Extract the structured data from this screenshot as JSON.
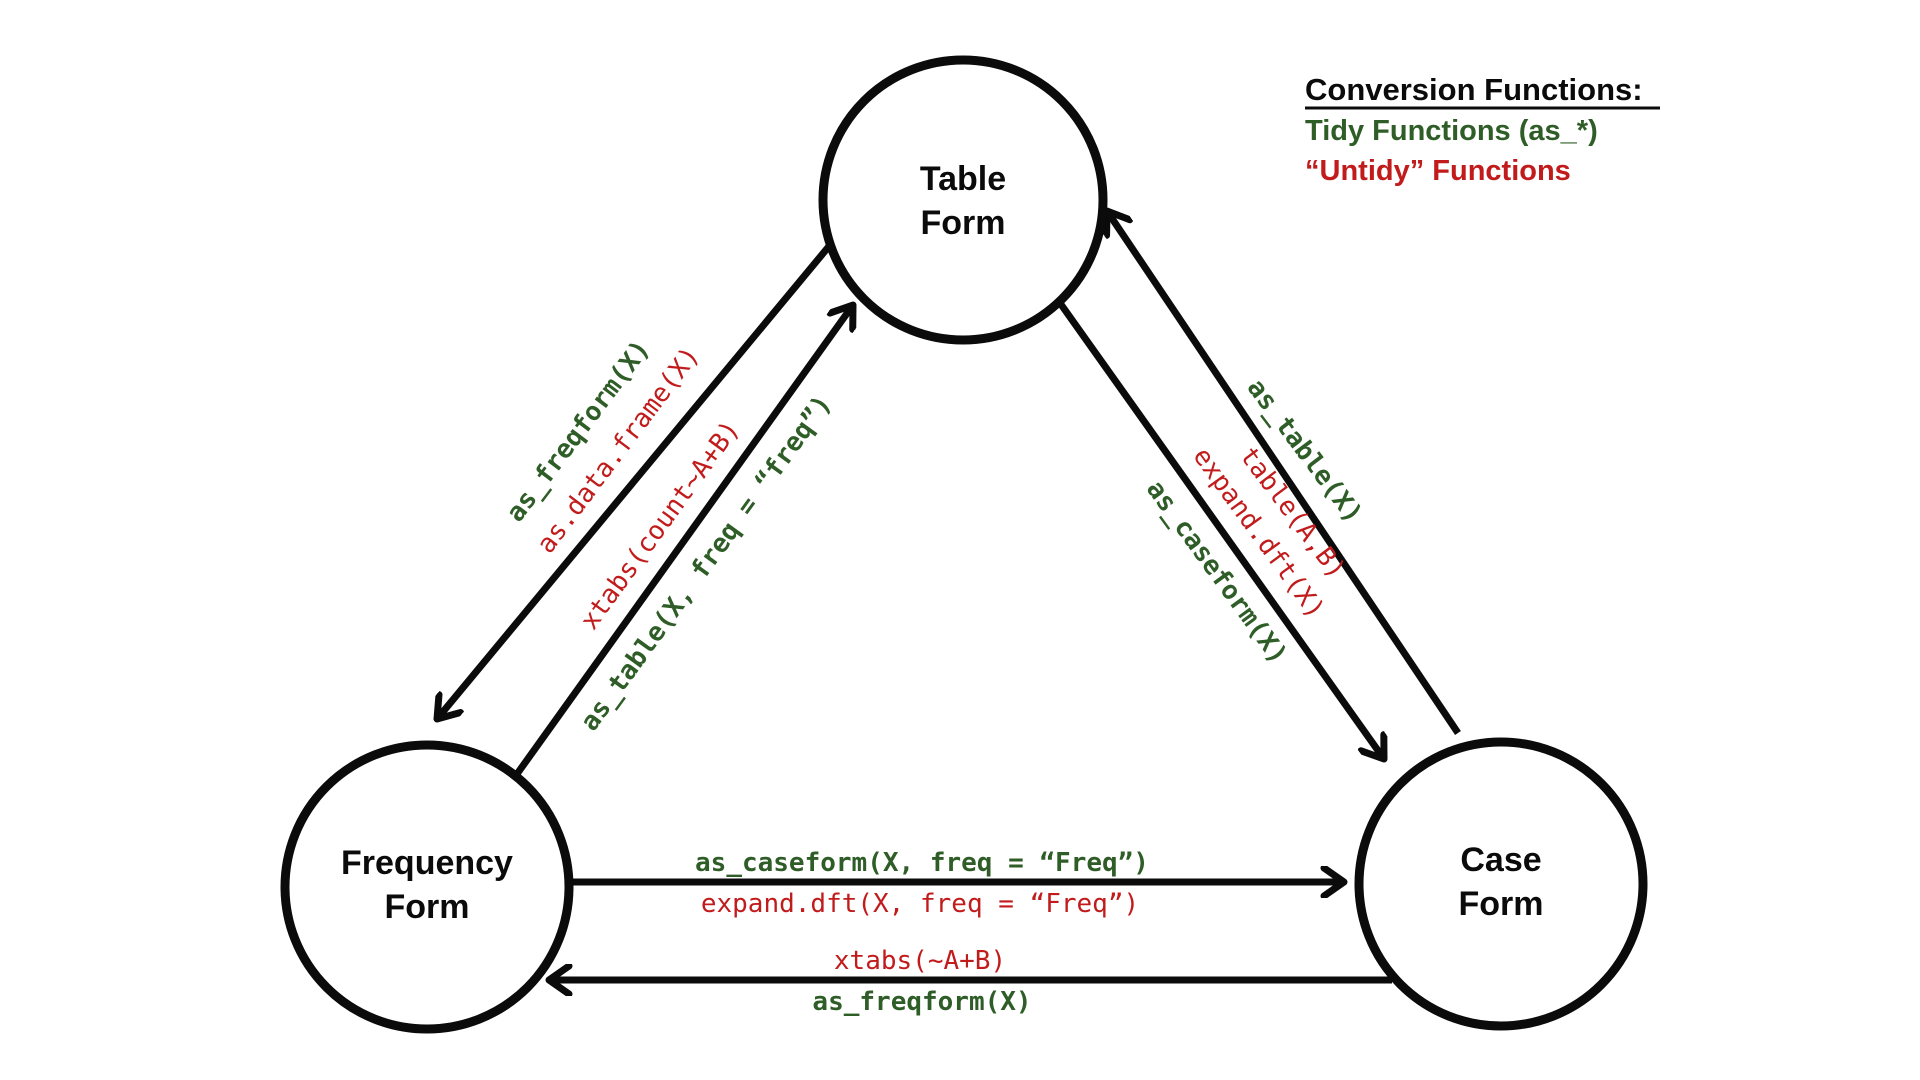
{
  "legend": {
    "title": "Conversion Functions:",
    "tidy_label": "Tidy Functions (as_*)",
    "untidy_label": "“Untidy” Functions"
  },
  "colors": {
    "tidy_green": "#2F5D27",
    "untidy_red": "#C11B1B",
    "line_black": "#0B0B0B",
    "node_fill": "#FFFFFF",
    "background": "#FFFFFF"
  },
  "nodes": {
    "table": {
      "line1": "Table",
      "line2": "Form"
    },
    "frequency": {
      "line1": "Frequency",
      "line2": "Form"
    },
    "case": {
      "line1": "Case",
      "line2": "Form"
    }
  },
  "edges": {
    "table_to_frequency": {
      "tidy": "as_freqform(X)",
      "untidy": "as.data.frame(X)"
    },
    "frequency_to_table": {
      "tidy": "as_table(X, freq = “freq”)",
      "untidy": "xtabs(count~A+B)"
    },
    "case_to_table": {
      "tidy": "as_table(X)",
      "untidy": "table(A,B)"
    },
    "table_to_case": {
      "tidy": "as_caseform(X)",
      "untidy": "expand.dft(X)"
    },
    "frequency_to_case": {
      "tidy": "as_caseform(X, freq = “Freq”)",
      "untidy": "expand.dft(X, freq = “Freq”)"
    },
    "case_to_frequency": {
      "tidy": "as_freqform(X)",
      "untidy": "xtabs(~A+B)"
    }
  }
}
